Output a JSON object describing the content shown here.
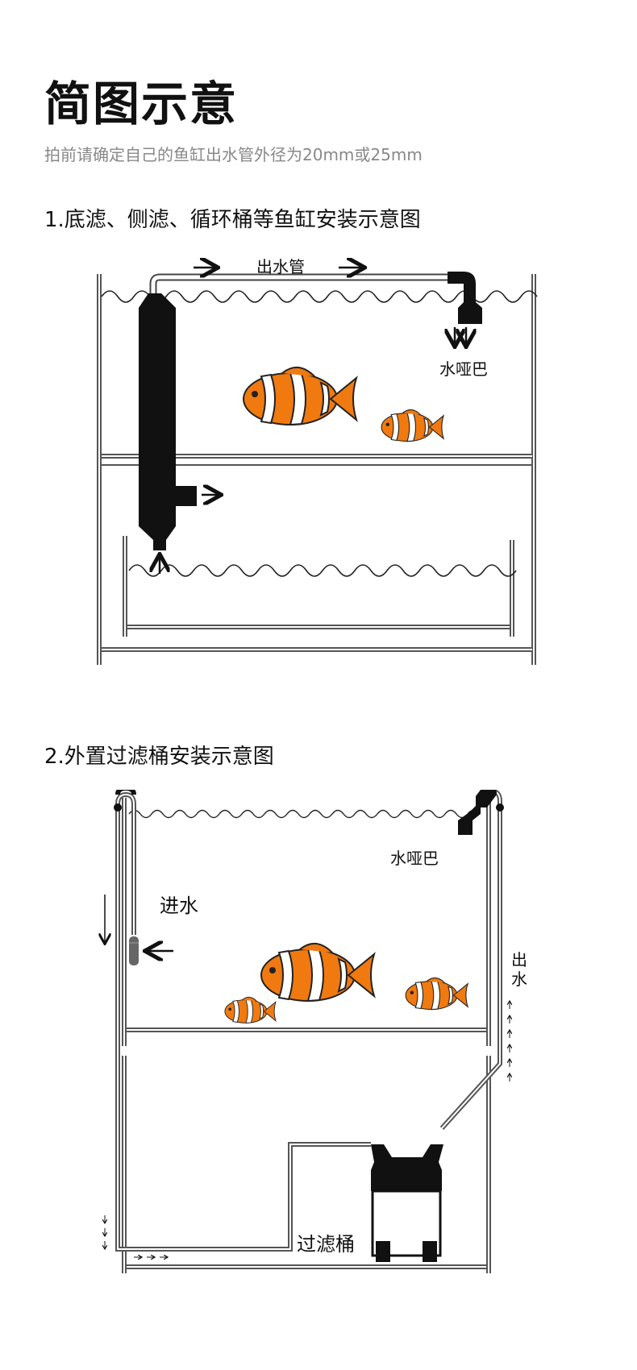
{
  "page": {
    "title": "简图示意",
    "subtitle": "拍前请确定自己的鱼缸出水管外径为20mm或25mm"
  },
  "section1": {
    "heading": "1.底滤、侧滤、循环桶等鱼缸安装示意图",
    "labels": {
      "outlet_pipe": "出水管",
      "duckbill": "水哑巴"
    }
  },
  "section2": {
    "heading": "2.外置过滤桶安装示意图",
    "labels": {
      "duckbill": "水哑巴",
      "water_in": "进水",
      "water_out_1": "出",
      "water_out_2": "水",
      "filter_canister": "过滤桶"
    }
  },
  "colors": {
    "fish_orange": "#f07a10",
    "fish_stripe": "#ffffff",
    "pipe": "#111111",
    "tank_line": "#555555"
  }
}
